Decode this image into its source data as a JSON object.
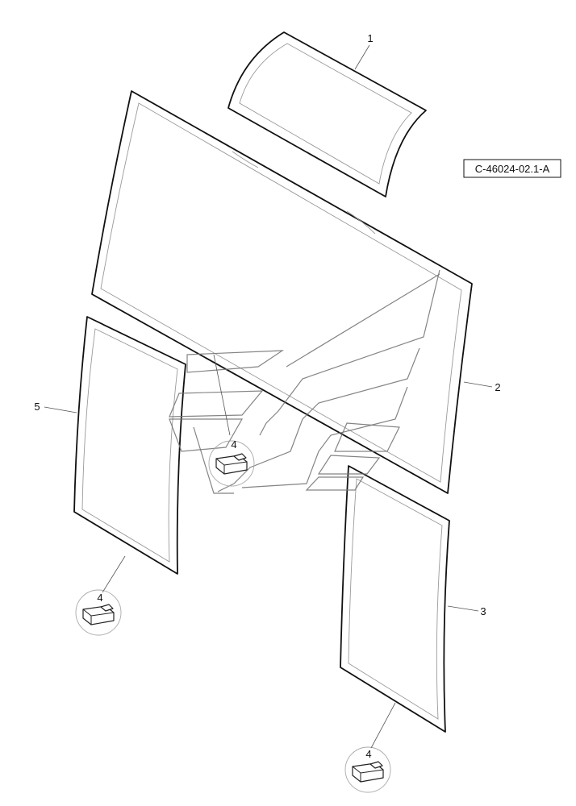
{
  "drawing": {
    "reference_code": "C-46024-02.1-A"
  },
  "callouts": [
    {
      "id": "1",
      "label": "1"
    },
    {
      "id": "2",
      "label": "2"
    },
    {
      "id": "3",
      "label": "3"
    },
    {
      "id": "4a",
      "label": "4"
    },
    {
      "id": "4b",
      "label": "4"
    },
    {
      "id": "4c",
      "label": "4"
    },
    {
      "id": "5",
      "label": "5"
    }
  ],
  "colors": {
    "line": "#111111",
    "inner_line": "#9a9a9a",
    "watermark": "#777777"
  }
}
